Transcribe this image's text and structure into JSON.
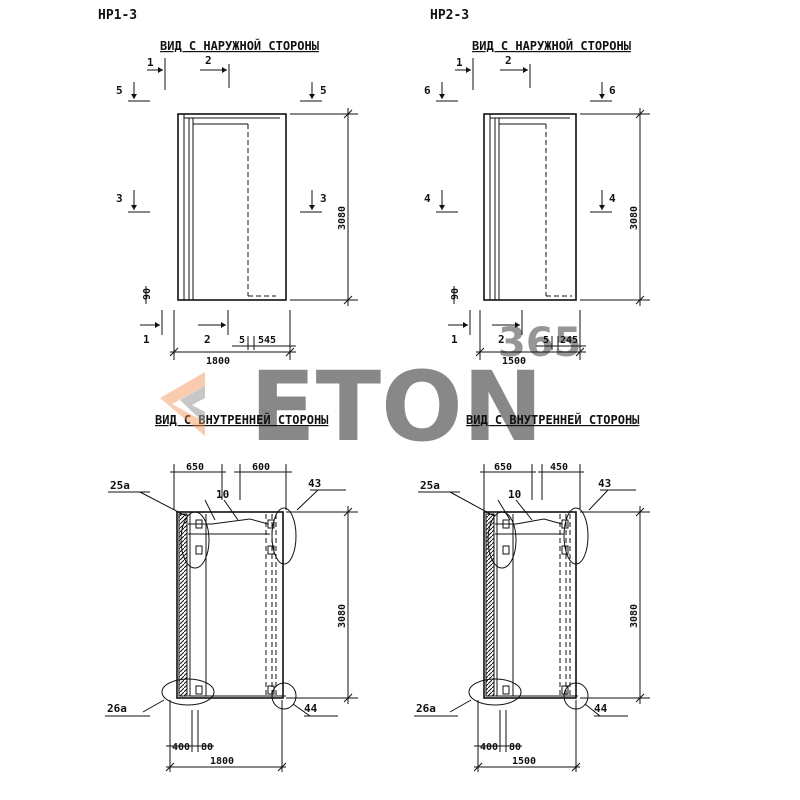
{
  "sheets": [
    {
      "id": "np1",
      "name": "НР1-3",
      "outer_title": "ВИД С НАРУЖНОЙ СТОРОНЫ",
      "inner_title": "ВИД С ВНУТРЕННЕЙ СТОРОНЫ",
      "sections": {
        "top_left": "1",
        "top_mid": "2",
        "upper_side": "5",
        "mid_side": "3",
        "bot_left": "1",
        "bot_mid": "2"
      },
      "dims": {
        "height": "3080",
        "width": "1800",
        "small_90": "90",
        "d5": "5",
        "d_right": "545",
        "top_left": "650",
        "top_right": "600",
        "bottom_400": "400",
        "bottom_80": "80"
      },
      "marks": {
        "tl": "25а",
        "tr": "43",
        "bl": "26а",
        "br": "44",
        "center": "10"
      }
    },
    {
      "id": "np2",
      "name": "НР2-3",
      "outer_title": "ВИД С НАРУЖНОЙ СТОРОНЫ",
      "inner_title": "ВИД С ВНУТРЕННЕЙ СТОРОНЫ",
      "sections": {
        "top_left": "1",
        "top_mid": "2",
        "upper_side": "6",
        "mid_side": "4",
        "bot_left": "1",
        "bot_mid": "2"
      },
      "dims": {
        "height": "3080",
        "width": "1500",
        "small_90": "90",
        "d5": "5",
        "d_right": "245",
        "top_left": "650",
        "top_right": "450",
        "bottom_400": "400",
        "bottom_80": "80"
      },
      "marks": {
        "tl": "25а",
        "tr": "43",
        "bl": "26а",
        "br": "44",
        "center": "10"
      }
    }
  ],
  "watermark": {
    "main": "ETON",
    "sup": "365",
    "color": "#9a9a9a",
    "accent": "#f08a4b"
  }
}
